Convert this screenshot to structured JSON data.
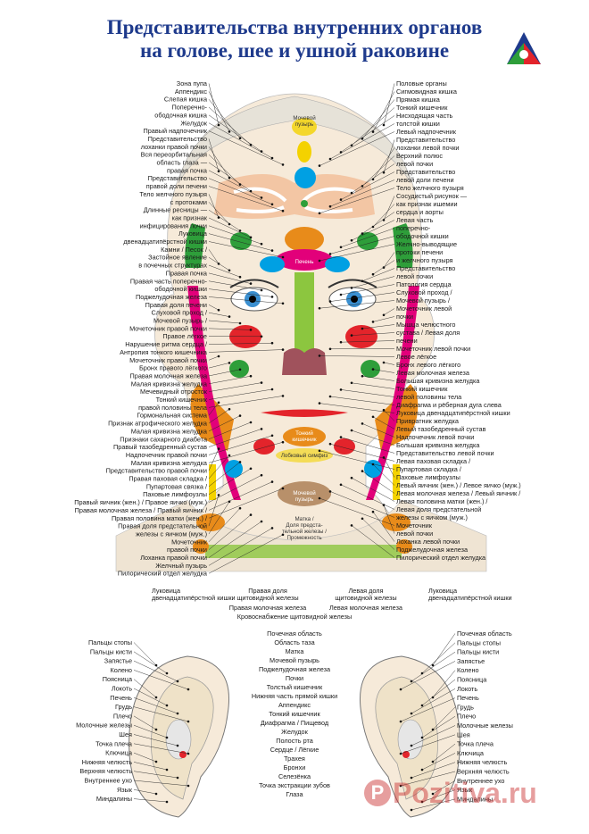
{
  "title": {
    "line1": "Представительства внутренних органов",
    "line2": "на голове, шее и ушной раковине"
  },
  "head_labels_left": [
    "Зона пупа",
    "Аппендикс",
    "Слепая кишка",
    "Поперечно-",
    "ободочная кишка",
    "Желудок",
    "Правый надпочечник",
    "Представительство",
    "лоханки правой почки",
    "Вся переорбитальная",
    "область глаза —",
    "правая почка",
    "Представительство",
    "правой доли печени",
    "Тело желчного пузыря",
    "с протоками",
    "Длинные ресницы —",
    "как признак",
    "инфицирования почки",
    "Луковица",
    "двенадцатипёрстной кишки",
    "Камни / Песок /",
    "Застойное явление",
    "в почечных структурах",
    "Правая почка",
    "Правая часть поперечно-",
    "ободочной кишки",
    "Поджелудочная железа",
    "Правая доля печени",
    "Слуховой проход /",
    "Мочевой пузырь /",
    "Мочеточник правой почки",
    "Правое лёгкое",
    "Нарушение ритма сердца /",
    "Антропия тонкого кишечника",
    "Мочеточник правой почки",
    "Бронх правого лёгкого",
    "Правая молочная железа",
    "Малая кривизна желудка",
    "Мечевидный отросток",
    "Тонкий кишечник",
    "правой половины тела",
    "Гормональная система",
    "Признак атрофического желудка",
    "Малая кривизна желудка",
    "Признаки сахарного диабета",
    "Правый тазобедренный сустав",
    "Надпочечник правой почки",
    "Малая кривизна желудка",
    "Представительство правой почки",
    "Правая паховая складка /",
    "Пупартовая связка /",
    "Паховые лимфоузлы",
    "Правый яичник (жен.) / Правое яичко (муж.)",
    "Правая молочная железа / Правый яичник /",
    "Правая половина матки (жен.) /",
    "Правая доля предстательной",
    "железы с яичком (муж.)",
    "Мочеточник",
    "правой почки",
    "Лоханка правой почки",
    "Желчный пузырь",
    "Пилорический отдел желудка"
  ],
  "head_labels_right": [
    "Половые органы",
    "Сигмовидная кишка",
    "Прямая кишка",
    "Тонкий кишечник",
    "Нисходящая часть",
    "толстой кишки",
    "Левый надпочечник",
    "Представительство",
    "лоханки левой почки",
    "Верхний полюс",
    "левой почки",
    "Представительство",
    "левой доли печени",
    "Тело желчного пузыря",
    "Сосудистый рисунок —",
    "как признак ишемии",
    "сердца и аорты",
    "Левая часть",
    "поперечно-",
    "ободочной кишки",
    "Желчно-выводящие",
    "протоки печени",
    "и желчного пузыря",
    "Представительство",
    "левой почки",
    "Патология сердца",
    "Слуховой проход /",
    "Мочевой пузырь /",
    "Мочеточник левой",
    "почки",
    "Мышца челюстного",
    "сустава / Левая доля",
    "печени",
    "Мочеточник левой почки",
    "Левое лёгкое",
    "Бронх левого лёгкого",
    "Левая молочная железа",
    "Большая кривизна желудка",
    "Тонкий кишечник",
    "левой половины тела",
    "Диафрагма и рёберная дуга слева",
    "Луковица двенадцатипёрстной кишки",
    "Привратник желудка",
    "Левый тазобедренный сустав",
    "Надпочечник левой почки",
    "Большая кривизна желудка",
    "Представительство левой почки",
    "Левая паховая складка /",
    "Пупартовая складка /",
    "Паховые лимфоузлы",
    "Левый яичник (жен.) / Левое яичко (муж.)",
    "Левая молочная железа / Левый яичник /",
    "Левая половина матки (жен.) /",
    "Левая доля предстательной",
    "железы с яичком (муж.)",
    "Мочеточник",
    "левой почки",
    "Лоханка левой почки",
    "Поджелудочная железа",
    "Пилорический отдел желудка"
  ],
  "head_labels_bottom": [
    "Луковица",
    "двенадцатипёрстной кишки",
    "Правая доля",
    "щитовидной железы",
    "Правая молочная железа",
    "Кровоснабжение щитовидной железы",
    "Левая молочная железа",
    "Левая доля",
    "щитовидной железы",
    "Луковица",
    "двенадцатипёрстной кишки"
  ],
  "organ_labels": [
    "Мочевой",
    "пузырь",
    "Печень",
    "Тонкий",
    "кишечник",
    "Лобковый симфиз",
    "Мочевой",
    "пузырь",
    "Матка /",
    "Доля предста-",
    "тельной железы /",
    "Промежность"
  ],
  "ear_left_labels": [
    "Пальцы стопы",
    "Пальцы кисти",
    "Запястье",
    "Колено",
    "Поясница",
    "Локоть",
    "Печень",
    "Грудь",
    "Плечо",
    "Молочные железы",
    "Шея",
    "Точка плеча",
    "Ключица",
    "Нижняя челюсть",
    "Верхняя челюсть",
    "Внутреннее ухо",
    "Язык",
    "Миндалины"
  ],
  "ear_right_labels": [
    "Почечная область",
    "Пальцы стопы",
    "Пальцы кисти",
    "Запястье",
    "Колено",
    "Поясница",
    "Локоть",
    "Печень",
    "Грудь",
    "Плечо",
    "Молочные железы",
    "Шея",
    "Точка плеча",
    "Ключица",
    "Нижняя челюсть",
    "Верхняя челюсть",
    "Внутреннее ухо",
    "Язык",
    "Миндалины"
  ],
  "ear_center_labels": [
    "Почечная область",
    "Область таза",
    "Матка",
    "Мочевой пузырь",
    "Поджелудочная железа",
    "Почки",
    "Толстый кишечник",
    "Нижняя часть прямой кишки",
    "Аппендикс",
    "Тонкий кишечник",
    "Диафрагма / Пищевод",
    "Желудок",
    "Полость рта",
    "Сердце / Лёгкие",
    "Трахея",
    "Бронхи",
    "Селезёнка",
    "Точка экстракции зубов",
    "Глаза"
  ],
  "watermark": "Pozitiva.ru",
  "colors": {
    "title": "#1e3a8c",
    "liver": "#e2007a",
    "kidney": "#00a0e3",
    "green": "#2e9e3a",
    "yellow": "#f4d200",
    "orange": "#e88b1a",
    "red": "#e3242b",
    "brown": "#b8906a"
  }
}
